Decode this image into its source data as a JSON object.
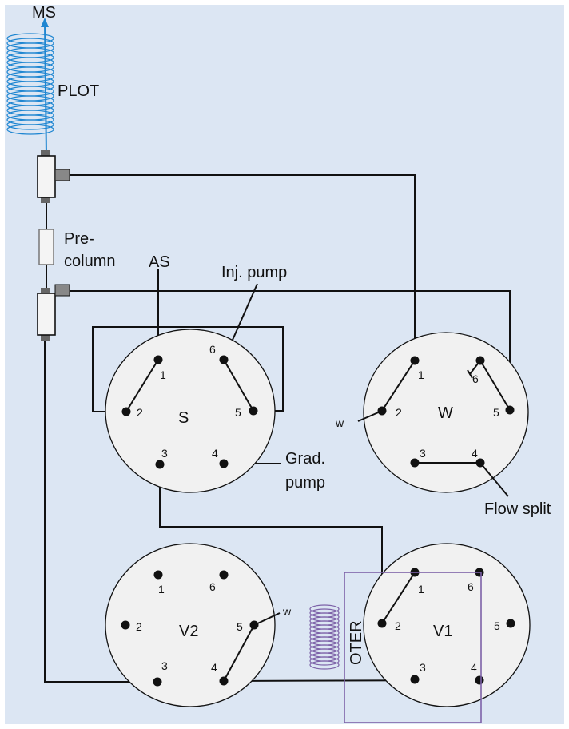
{
  "labels": {
    "ms": "MS",
    "plot": "PLOT",
    "pre": "Pre-",
    "column": "column",
    "as": "AS",
    "inj_pump": "Inj. pump",
    "grad": "Grad.",
    "pump": "pump",
    "flow_split": "Flow split",
    "oter": "OTER"
  },
  "valves": {
    "s": "S",
    "w": "W",
    "v2": "V2",
    "v1": "V1"
  },
  "ports": {
    "p1": "1",
    "p2": "2",
    "p3": "3",
    "p4": "4",
    "p5": "5",
    "p6": "6"
  },
  "waste": {
    "w_valve_w": "w",
    "v2_w": "w"
  },
  "colors": {
    "background": "#dce6f3",
    "plot_coil": "#1f86d1",
    "oter_coil": "#7d62a8",
    "valve_fill": "#f1f1f1",
    "wire": "#111111"
  }
}
